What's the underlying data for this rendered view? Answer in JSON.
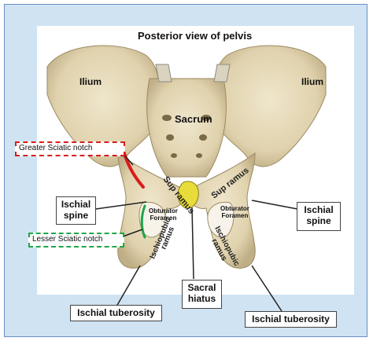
{
  "title": "Posterior view of pelvis",
  "labels": {
    "ilium_left": "Ilium",
    "ilium_right": "Ilium",
    "sacrum": "Sacrum",
    "sup_ramus_left": "Sup ramus",
    "sup_ramus_right": "Sup ramus",
    "obturator_foramen_left_line1": "Obturator",
    "obturator_foramen_left_line2": "Foramen",
    "obturator_foramen_right_line1": "Obturator",
    "obturator_foramen_right_line2": "Foramen",
    "ischiopubic_ramus_left_line1": "Ischiopubic",
    "ischiopubic_ramus_left_line2": "ramus",
    "ischiopubic_ramus_right_line1": "Ischiopubic",
    "ischiopubic_ramus_right_line2": "ramus"
  },
  "callouts": {
    "greater_sciatic_notch": "Greater Sciatic notch",
    "lesser_sciatic_notch": "Lesser Sciatic notch",
    "ischial_spine_left_line1": "Ischial",
    "ischial_spine_left_line2": "spine",
    "ischial_spine_right_line1": "Ischial",
    "ischial_spine_right_line2": "spine",
    "sacral_hiatus_line1": "Sacral",
    "sacral_hiatus_line2": "hiatus",
    "ischial_tuberosity_left": "Ischial tuberosity",
    "ischial_tuberosity_right": "Ischial tuberosity"
  },
  "colors": {
    "frame_background": "#cfe3f2",
    "bone": "#e6dcc0",
    "bone_shadow": "#bfae86",
    "greater_notch_highlight": "#d91c1c",
    "lesser_notch_highlight": "#1ea64a",
    "sacral_hiatus_highlight": "#e8dc3a"
  }
}
